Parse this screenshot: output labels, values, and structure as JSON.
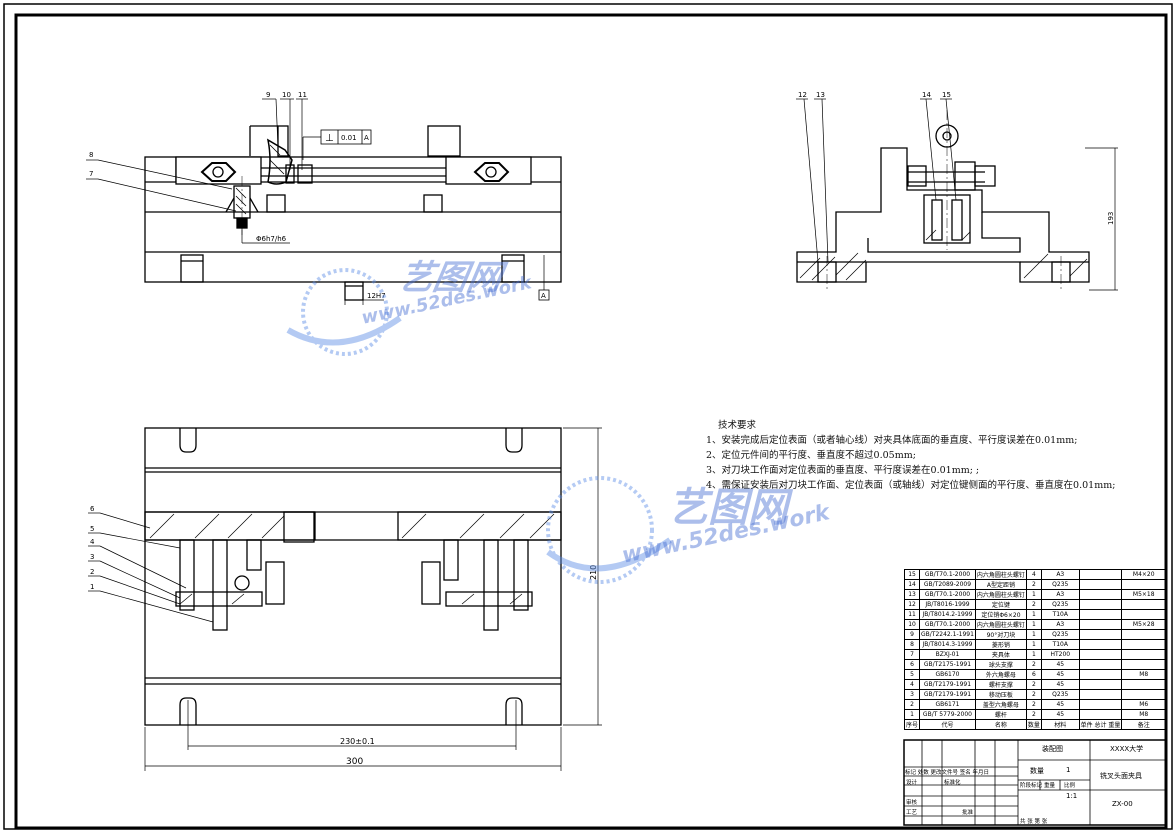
{
  "views": {
    "front": {
      "balloons": [
        "9",
        "10",
        "11",
        "8",
        "7"
      ],
      "fit_label": "Φ6h7/h6",
      "slot_label": "12H7",
      "tolerance": {
        "symbol": "⊥",
        "value": "0.01",
        "datum": "A"
      },
      "datum_label": "A"
    },
    "side": {
      "balloons": [
        "12",
        "13",
        "14",
        "15"
      ],
      "height_dim": "193"
    },
    "top": {
      "balloons": [
        "6",
        "5",
        "4",
        "3",
        "2",
        "1"
      ],
      "width_dim": "300",
      "slot_dim": "230±0.1",
      "depth_dim": "210"
    }
  },
  "tech_requirements": {
    "title": "技术要求",
    "items": [
      "1、安装完成后定位表面（或者轴心线）对夹具体底面的垂直度、平行度误差在0.01mm;",
      "2、定位元件间的平行度、垂直度不超过0.05mm;",
      "3、对刀块工作面对定位表面的垂直度、平行度误差在0.01mm; ;",
      "4、需保证安装后对刀块工作面、定位表面（或轴线）对定位键侧面的平行度、垂直度在0.01mm;"
    ]
  },
  "watermark": {
    "brand": "艺图网",
    "url": "www.52des.work"
  },
  "bom": {
    "rows": [
      [
        "15",
        "GB/T70.1-2000",
        "内六角圆柱头螺钉",
        "4",
        "A3",
        "",
        "M4×20"
      ],
      [
        "14",
        "GB/T2089-2009",
        "A型定距销",
        "2",
        "Q235",
        "",
        ""
      ],
      [
        "13",
        "GB/T70.1-2000",
        "内六角圆柱头螺钉",
        "1",
        "A3",
        "",
        "M5×18"
      ],
      [
        "12",
        "JB/T8016-1999",
        "定位键",
        "2",
        "Q235",
        "",
        ""
      ],
      [
        "11",
        "JB/T8014.2-1999",
        "定位销Φ6×20",
        "1",
        "T10A",
        "",
        ""
      ],
      [
        "10",
        "GB/T70.1-2000",
        "内六角圆柱头螺钉",
        "1",
        "A3",
        "",
        "M5×28"
      ],
      [
        "9",
        "GB/T2242.1-1991",
        "90°对刀块",
        "1",
        "Q235",
        "",
        ""
      ],
      [
        "8",
        "JB/T8014.3-1999",
        "菱形销",
        "1",
        "T10A",
        "",
        ""
      ],
      [
        "7",
        "BZXJ-01",
        "夹具体",
        "1",
        "HT200",
        "",
        ""
      ],
      [
        "6",
        "GB/T2175-1991",
        "球头支撑",
        "2",
        "45",
        "",
        ""
      ],
      [
        "5",
        "GB6170",
        "外六角螺母",
        "6",
        "45",
        "",
        "M8"
      ],
      [
        "4",
        "GB/T2179-1991",
        "螺杆支撑",
        "2",
        "45",
        "",
        ""
      ],
      [
        "3",
        "GB/T2179-1991",
        "移动压板",
        "2",
        "Q235",
        "",
        ""
      ],
      [
        "2",
        "GB6171",
        "盖型六角螺母",
        "2",
        "45",
        "",
        "M6"
      ],
      [
        "1",
        "GB/T 5779-2000",
        "螺杆",
        "2",
        "45",
        "",
        "M8"
      ]
    ],
    "header": [
      "序号",
      "代号",
      "名称",
      "数量",
      "材料",
      "单件 总计 重量",
      "备注"
    ]
  },
  "title_block": {
    "drawing_type": "装配图",
    "school": "XXXX大学",
    "part_name": "铣叉头面夹具",
    "drawing_no": "ZX-00",
    "scale": "1:1",
    "quantity_label": "数量",
    "quantity": "1",
    "stage_label": "阶段标记",
    "weight_label": "重量",
    "scale_label": "比例",
    "design_label": "设计",
    "review_label": "审核",
    "process_label": "工艺",
    "approve_label": "批准",
    "mark_row": "标记 处数 更改文件号 签名 年月日",
    "std_label": "标准化",
    "sheets_row": "共   张   第   张"
  }
}
